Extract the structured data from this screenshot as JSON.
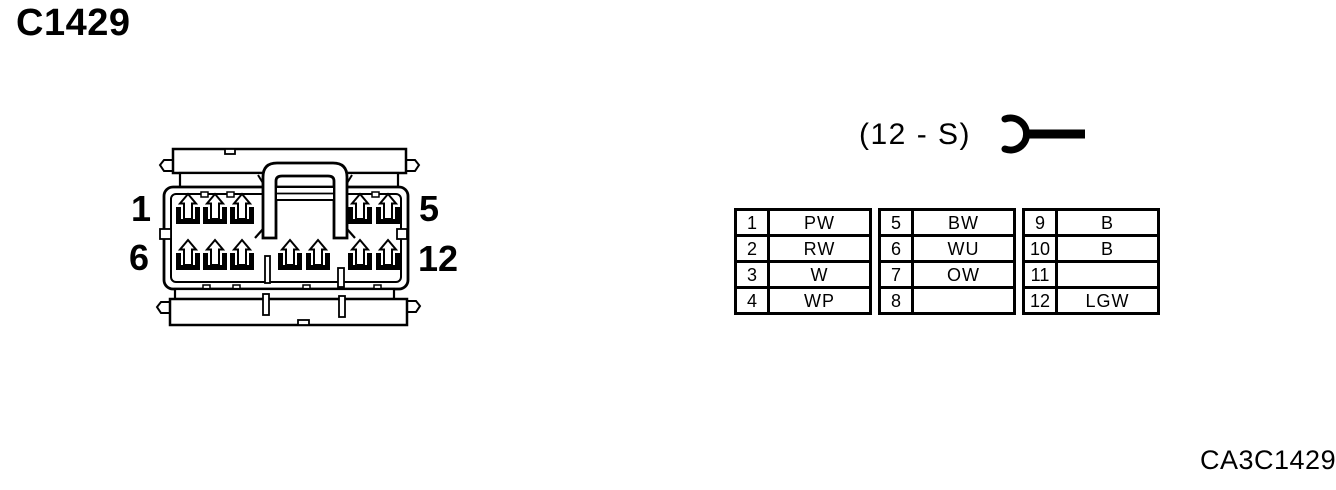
{
  "title": "C1429",
  "drawing_code": "CA3C1429",
  "connector": {
    "type_label": "(12 - S)",
    "pin_markers": {
      "top_left": "1",
      "top_right": "5",
      "bottom_left": "6",
      "bottom_right": "12"
    }
  },
  "pin_table": {
    "rows": [
      [
        "1",
        "PW",
        "5",
        "BW",
        "9",
        "B"
      ],
      [
        "2",
        "RW",
        "6",
        "WU",
        "10",
        "B"
      ],
      [
        "3",
        "W",
        "7",
        "OW",
        "11",
        ""
      ],
      [
        "4",
        "WP",
        "8",
        "",
        "12",
        "LGW"
      ]
    ]
  }
}
